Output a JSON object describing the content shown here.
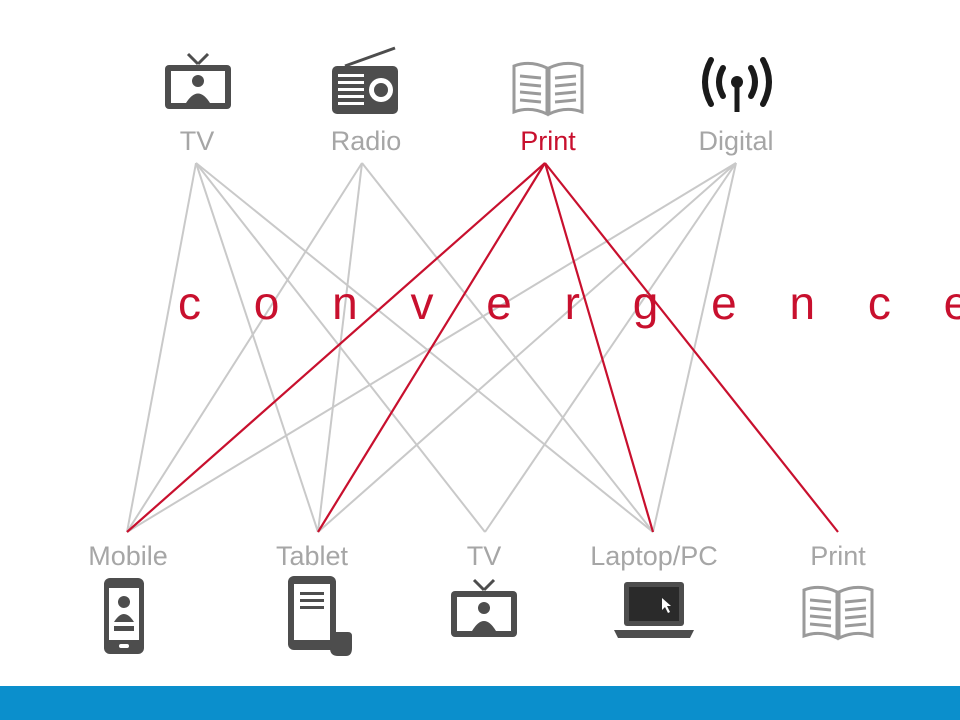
{
  "top_nodes": [
    {
      "id": "tv",
      "label": "TV",
      "icon": "tv-presenter-icon",
      "highlight": false
    },
    {
      "id": "radio",
      "label": "Radio",
      "icon": "radio-icon",
      "highlight": false
    },
    {
      "id": "print",
      "label": "Print",
      "icon": "open-book-icon",
      "highlight": true
    },
    {
      "id": "digital",
      "label": "Digital",
      "icon": "wireless-signal-icon",
      "highlight": false
    }
  ],
  "bottom_nodes": [
    {
      "id": "mobile",
      "label": "Mobile",
      "icon": "mobile-phone-icon"
    },
    {
      "id": "tablet",
      "label": "Tablet",
      "icon": "tablet-touch-icon"
    },
    {
      "id": "tv2",
      "label": "TV",
      "icon": "tv-presenter-icon"
    },
    {
      "id": "laptop",
      "label": "Laptop/PC",
      "icon": "laptop-icon"
    },
    {
      "id": "print2",
      "label": "Print",
      "icon": "open-book-icon"
    }
  ],
  "center_text": "c o n v e r g e n c e",
  "connections": [
    {
      "from": "tv",
      "to": "mobile"
    },
    {
      "from": "tv",
      "to": "tablet"
    },
    {
      "from": "tv",
      "to": "tv2"
    },
    {
      "from": "tv",
      "to": "laptop"
    },
    {
      "from": "radio",
      "to": "mobile"
    },
    {
      "from": "radio",
      "to": "tablet"
    },
    {
      "from": "radio",
      "to": "laptop"
    },
    {
      "from": "print",
      "to": "mobile",
      "highlight": true
    },
    {
      "from": "print",
      "to": "tablet",
      "highlight": true
    },
    {
      "from": "print",
      "to": "laptop",
      "highlight": true
    },
    {
      "from": "print",
      "to": "print2",
      "highlight": true
    },
    {
      "from": "digital",
      "to": "mobile"
    },
    {
      "from": "digital",
      "to": "tablet"
    },
    {
      "from": "digital",
      "to": "tv2"
    },
    {
      "from": "digital",
      "to": "laptop"
    }
  ],
  "colors": {
    "highlight": "#c8102e",
    "line": "#c9c9c9",
    "label": "#a6a6a6",
    "icon": "#4d4d4d",
    "footer": "#0b8fcc"
  }
}
